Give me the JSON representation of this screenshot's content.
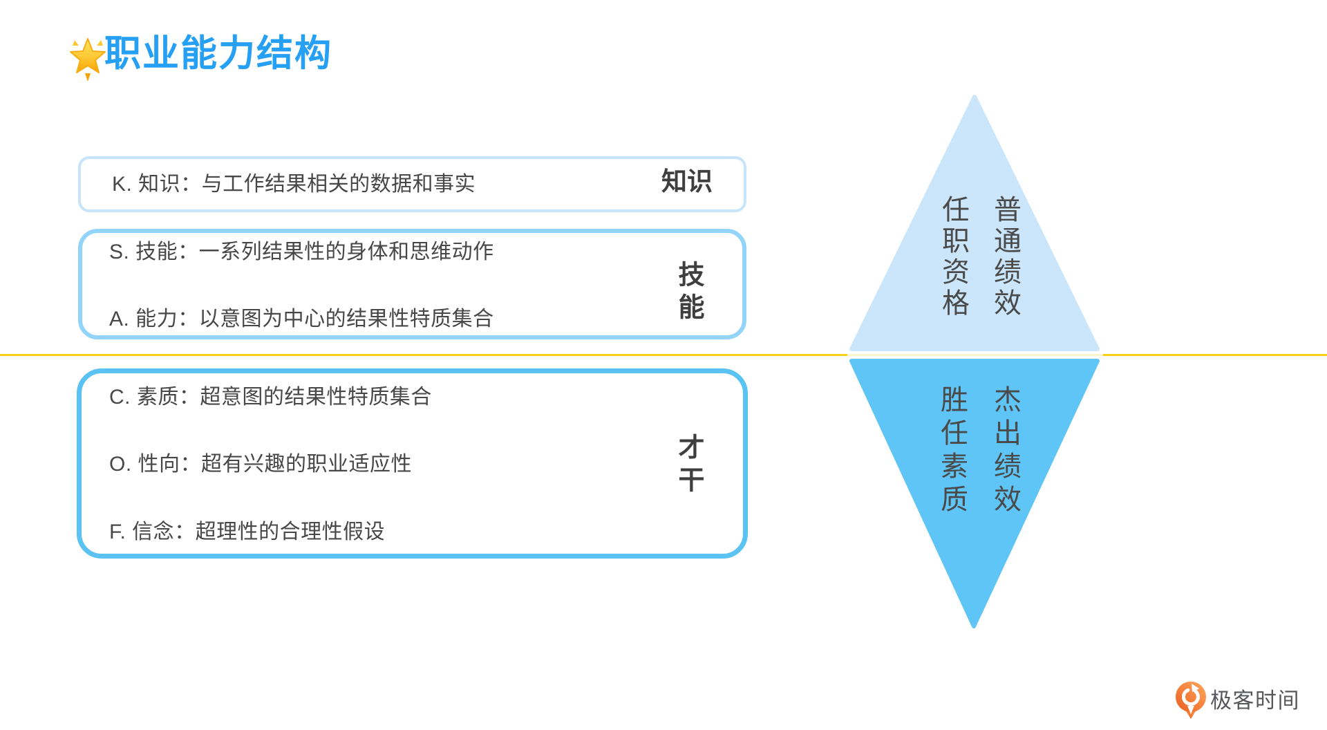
{
  "title": {
    "text": "职业能力结构",
    "icon": "glowing-star-icon",
    "color": "#25A0F4"
  },
  "capability_boxes": [
    {
      "tag_label": "知识",
      "border_color": "#C8E4FA",
      "lines": [
        "K. 知识：与工作结果相关的数据和事实"
      ]
    },
    {
      "tag_label": "技能",
      "border_color": "#92D4FA",
      "lines": [
        "S. 技能：一系列结果性的身体和思维动作",
        "A. 能力：以意图为中心的结果性特质集合"
      ]
    },
    {
      "tag_label": "才干",
      "border_color": "#5BC3F3",
      "lines": [
        "C. 素质：超意图的结果性特质集合",
        "O. 性向：超有兴趣的职业适应性",
        "F. 信念：超理性的合理性假设"
      ]
    }
  ],
  "diamond": {
    "top_triangle": {
      "fill": "#CBE6FB",
      "left_text": "任职资格",
      "right_text": "普通绩效"
    },
    "bottom_triangle": {
      "fill": "#5FC5F6",
      "left_text": "胜任素质",
      "right_text": "杰出绩效"
    }
  },
  "divider": {
    "color": "#F8D118"
  },
  "footer_logo": {
    "text": "极客时间",
    "icon": "geektime-pin-icon"
  }
}
